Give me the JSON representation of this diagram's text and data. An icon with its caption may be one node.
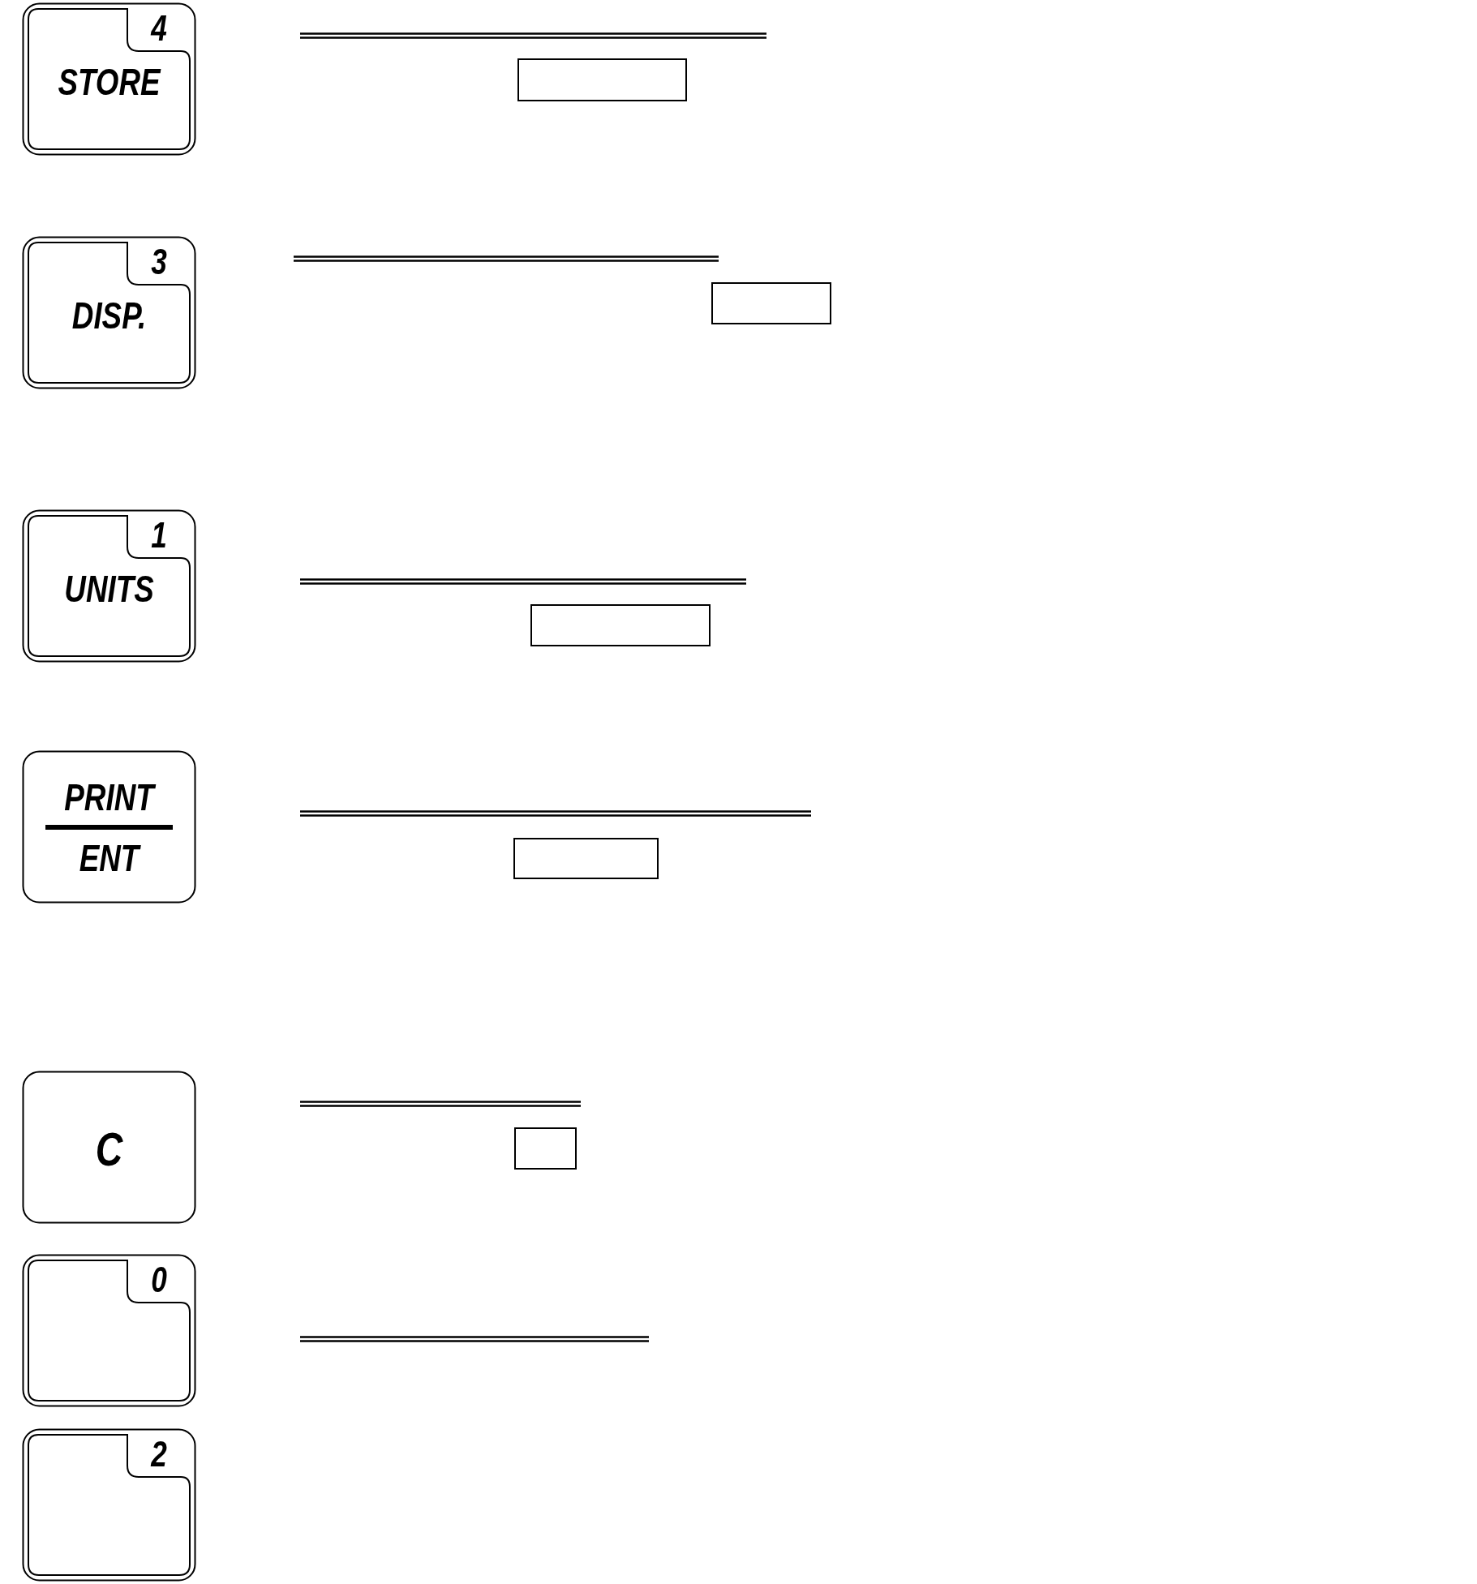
{
  "diagram": {
    "nodes": [
      {
        "text": [
          "4",
          "STORE"
        ]
      },
      {
        "text": [
          "3",
          "DISP."
        ]
      },
      {
        "text": [
          "1",
          "UNITS"
        ]
      },
      {
        "text": [
          "PRINT",
          "ENT"
        ]
      },
      {
        "text": [
          "C"
        ]
      },
      {
        "text": [
          "0"
        ]
      },
      {
        "text": [
          "2"
        ]
      },
      {
        "text": [],
        "shape": "box"
      },
      {
        "text": [],
        "shape": "box"
      },
      {
        "text": [],
        "shape": "box"
      },
      {
        "text": [],
        "shape": "box"
      },
      {
        "text": [],
        "shape": "box"
      }
    ]
  }
}
